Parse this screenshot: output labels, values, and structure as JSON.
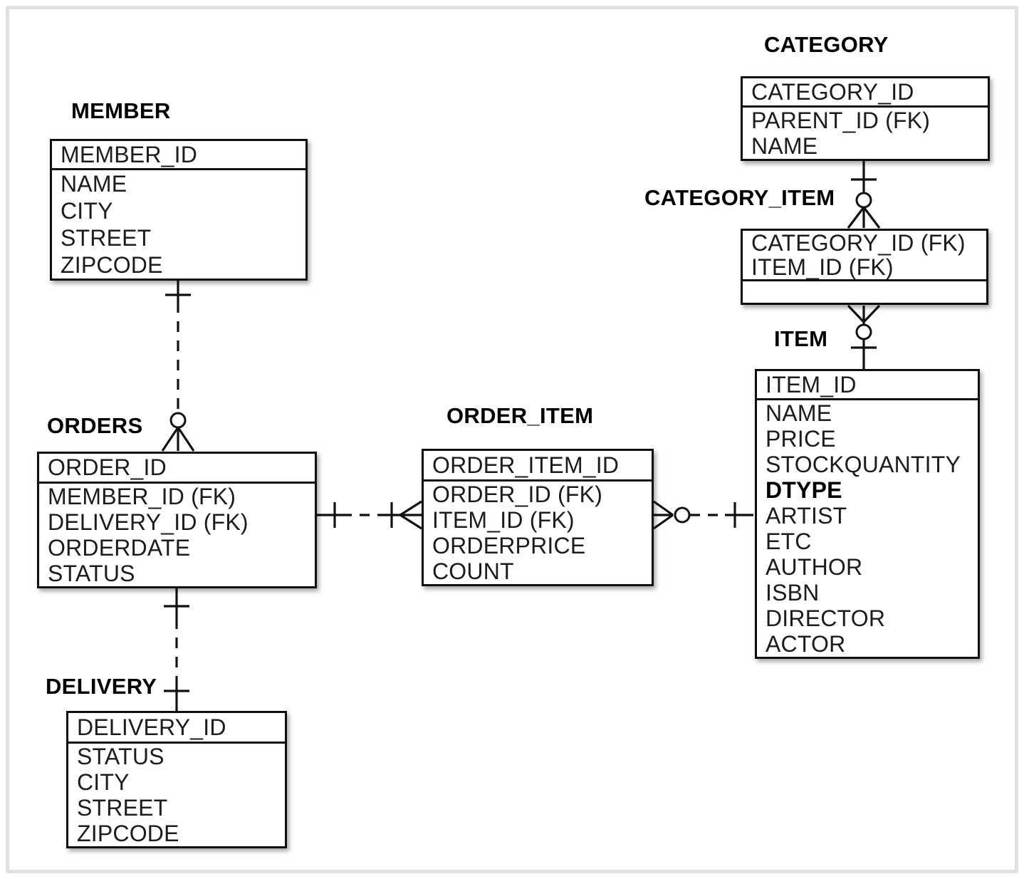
{
  "entities": {
    "member": {
      "title": "MEMBER",
      "primary_key": [
        "MEMBER_ID"
      ],
      "attributes": [
        "NAME",
        "CITY",
        "STREET",
        "ZIPCODE"
      ]
    },
    "orders": {
      "title": "ORDERS",
      "primary_key": [
        "ORDER_ID"
      ],
      "attributes": [
        "MEMBER_ID (FK)",
        "DELIVERY_ID (FK)",
        "ORDERDATE",
        "STATUS"
      ]
    },
    "delivery": {
      "title": "DELIVERY",
      "primary_key": [
        "DELIVERY_ID"
      ],
      "attributes": [
        "STATUS",
        "CITY",
        "STREET",
        "ZIPCODE"
      ]
    },
    "order_item": {
      "title": "ORDER_ITEM",
      "primary_key": [
        "ORDER_ITEM_ID"
      ],
      "attributes": [
        "ORDER_ID (FK)",
        "ITEM_ID (FK)",
        "ORDERPRICE",
        "COUNT"
      ]
    },
    "category": {
      "title": "CATEGORY",
      "primary_key": [
        "CATEGORY_ID"
      ],
      "attributes": [
        "PARENT_ID (FK)",
        "NAME"
      ]
    },
    "category_item": {
      "title": "CATEGORY_ITEM",
      "primary_key": [
        "CATEGORY_ID (FK)",
        "ITEM_ID (FK)"
      ],
      "attributes": []
    },
    "item": {
      "title": "ITEM",
      "primary_key": [
        "ITEM_ID"
      ],
      "attributes": [
        "NAME",
        "PRICE",
        "STOCKQUANTITY",
        "DTYPE",
        "ARTIST",
        "ETC",
        "AUTHOR",
        "ISBN",
        "DIRECTOR",
        "ACTOR"
      ]
    }
  },
  "relationships": [
    {
      "parent": "MEMBER",
      "child": "ORDERS",
      "parent_cardinality": "one",
      "child_cardinality": "zero-or-many",
      "line": "dashed"
    },
    {
      "parent": "ORDERS",
      "child": "DELIVERY",
      "parent_cardinality": "one",
      "child_cardinality": "one",
      "line": "dashed"
    },
    {
      "parent": "ORDERS",
      "child": "ORDER_ITEM",
      "parent_cardinality": "one",
      "child_cardinality": "one-or-many",
      "line": "dashed"
    },
    {
      "parent": "ITEM",
      "child": "ORDER_ITEM",
      "parent_cardinality": "one",
      "child_cardinality": "zero-or-many",
      "line": "dashed"
    },
    {
      "parent": "CATEGORY",
      "child": "CATEGORY_ITEM",
      "parent_cardinality": "one",
      "child_cardinality": "zero-or-many",
      "line": "solid"
    },
    {
      "parent": "ITEM",
      "child": "CATEGORY_ITEM",
      "parent_cardinality": "one",
      "child_cardinality": "zero-or-many",
      "line": "solid"
    }
  ],
  "colors": {
    "line": "#111111",
    "text": "#1c1c1c",
    "frame": "#e1e1e1",
    "background": "#ffffff"
  }
}
